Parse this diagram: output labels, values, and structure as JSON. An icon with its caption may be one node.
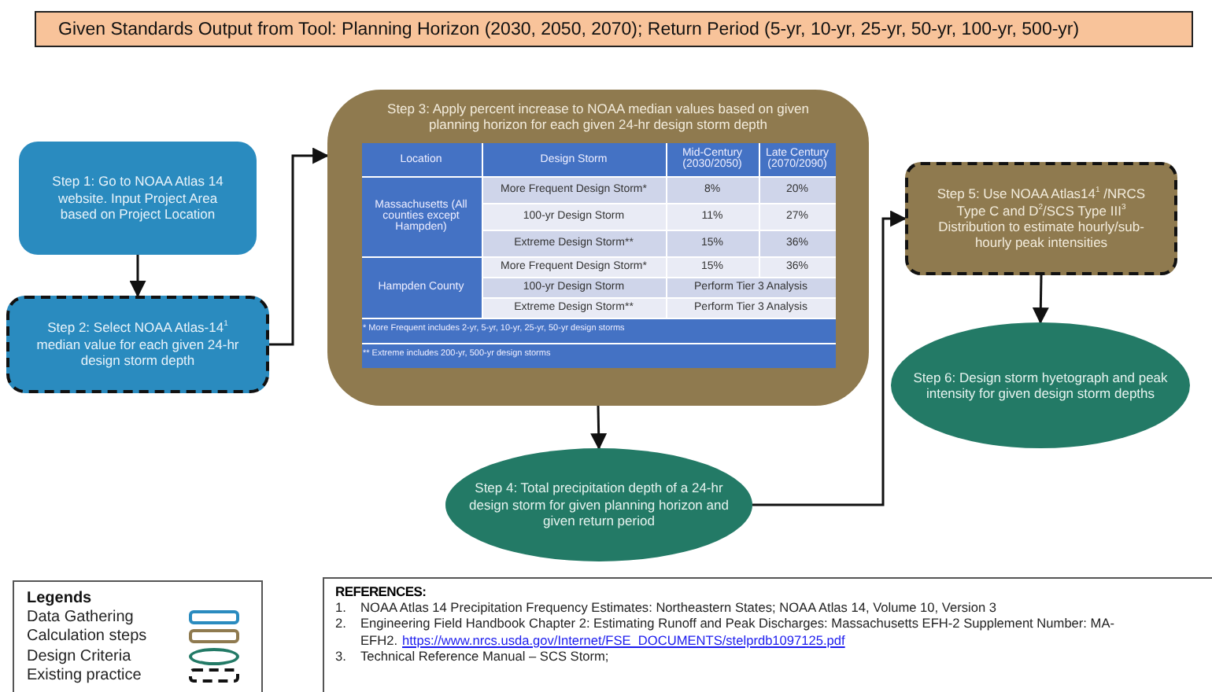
{
  "diagram": {
    "nodes": [
      {
        "text": [
          "Given Standards Output from Tool: Planning Horizon (2030, 2050, 2070); Return Period (5-yr, 10-yr, 25-yr, 50-yr, 100-yr, 500-yr)"
        ]
      },
      {
        "text": [
          "Step 1: Go to NOAA Atlas 14 website. Input Project Area based on Project Location"
        ]
      },
      {
        "text": [
          "Step 2: Select NOAA Atlas-14$^{1}$ median value for each given 24-hr design storm depth"
        ]
      },
      {
        "text": [
          "Step 3: Apply percent increase to NOAA median values based on given planning horizon for each given 24-hr design storm depth"
        ]
      },
      {
        "text": [
          "Step 4: Total precipitation depth of a 24-hr design storm for given planning horizon and given return period"
        ]
      },
      {
        "text": [
          "Step 5: Use NOAA Atlas14$^{1}$ /NRCS Type C and D$^{2}$/SCS Type III$^{3}$ Distribution to estimate hourly/sub-hourly peak intensities"
        ]
      },
      {
        "text": [
          "Step 6: Design storm hyetograph and peak intensity for given design storm depths"
        ]
      }
    ],
    "edges": [
      {
        "from": 1,
        "to": 2,
        "arrow": "to"
      },
      {
        "from": 2,
        "to": 3,
        "arrow": "to"
      },
      {
        "from": 3,
        "to": 4,
        "arrow": "to"
      },
      {
        "from": 4,
        "to": 5,
        "arrow": "to"
      },
      {
        "from": 5,
        "to": 6,
        "arrow": "to"
      }
    ],
    "labels": [
      "Location",
      "Design Storm",
      "Mid-Century (2030/2050)",
      "Late Century (2070/2090)",
      "Massachusetts (All counties except Hampden)",
      "More Frequent Design Storm*",
      "8%",
      "20%",
      "100-yr Design Storm",
      "11%",
      "27%",
      "Extreme Design Storm**",
      "15%",
      "36%",
      "Hampden County",
      "More Frequent Design Storm*",
      "15%",
      "36%",
      "100-yr Design Storm",
      "Perform Tier 3 Analysis",
      "Extreme Design Storm**",
      "Perform Tier 3 Analysis",
      "* More Frequent includes 2-yr, 5-yr, 10-yr, 25-yr, 50-yr design storms",
      "** Extreme includes 200-yr, 500-yr design storms",
      "Legends",
      "REFERENCES:",
      "1.",
      "NOAA Atlas 14 Precipitation Frequency Estimates: Northeastern States; NOAA Atlas 14, Volume 10, Version 3",
      "2.",
      "Engineering Field Handbook Chapter 2: Estimating Runoff and Peak Discharges: Massachusetts EFH-2 Supplement Number: MA-EFH2.",
      "https://www.nrcs.usda.gov/Internet/FSE_DOCUMENTS/stelprdb1097125.pdf",
      "3.",
      "Technical Reference Manual – SCS Storm;"
    ],
    "legend": [
      {
        "text": "Data Gathering"
      },
      {
        "text": "Calculation steps"
      },
      {
        "text": "Design Criteria"
      },
      {
        "text": "Existing practice"
      }
    ]
  }
}
